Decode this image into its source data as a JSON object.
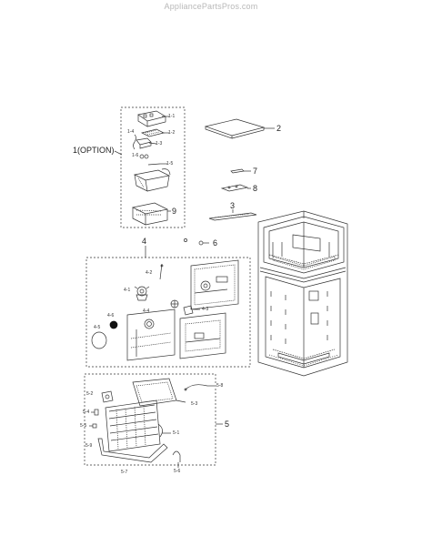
{
  "watermark": "AppliancePartsPros.com",
  "callouts": {
    "c1": "1(OPTION)",
    "c1_1": "1-1",
    "c1_2": "1-2",
    "c1_3": "1-3",
    "c1_4": "1-4",
    "c1_5": "1-5",
    "c1_6": "1-6",
    "c2": "2",
    "c3": "3",
    "c4": "4",
    "c4_1": "4-1",
    "c4_2": "4-2",
    "c4_3": "4-3",
    "c4_4": "4-4",
    "c4_5": "4-5",
    "c4_6": "4-6",
    "c5": "5",
    "c5_1": "5-1",
    "c5_2": "5-2",
    "c5_3": "5-3",
    "c5_4": "5-4",
    "c5_5": "5-5",
    "c5_6": "5-6",
    "c5_7": "5-7",
    "c5_8": "5-8",
    "c5_9": "5-9",
    "c6": "6",
    "c7": "7",
    "c8": "8",
    "c9": "9"
  }
}
